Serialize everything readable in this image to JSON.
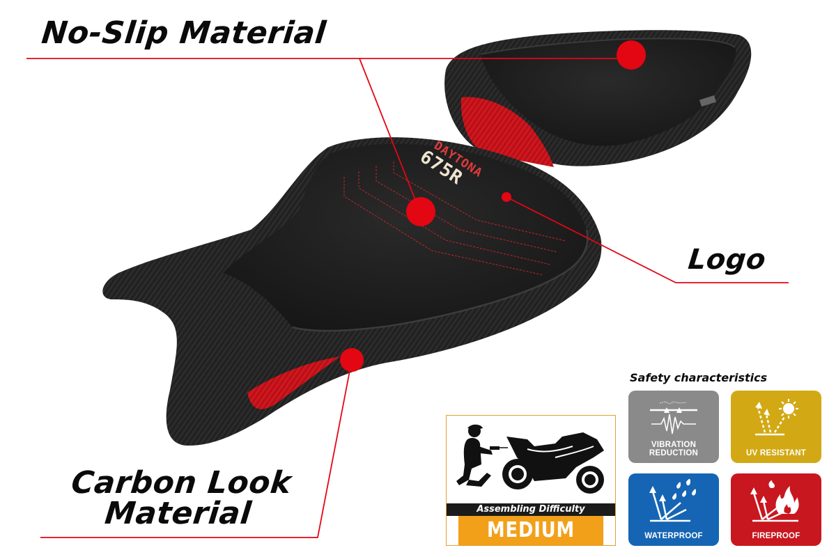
{
  "callouts": {
    "no_slip": "No-Slip Material",
    "logo": "Logo",
    "carbon_line1": "Carbon Look",
    "carbon_line2": "Material"
  },
  "seat_logo": {
    "line1": "DAYTONA",
    "line2": "675R"
  },
  "assembly": {
    "caption": "Assembling Difficulty",
    "level": "MEDIUM"
  },
  "safety": {
    "title": "Safety characteristics",
    "tiles": [
      {
        "label_line1": "VIBRATION",
        "label_line2": "REDUCTION",
        "icon": "vibration-wave-icon",
        "color": "#8a8a8a"
      },
      {
        "label_line1": "UV RESISTANT",
        "label_line2": "",
        "icon": "sun-reflect-icon",
        "color": "#d2a914"
      },
      {
        "label_line1": "WATERPROOF",
        "label_line2": "",
        "icon": "water-drops-icon",
        "color": "#1565b4"
      },
      {
        "label_line1": "FIREPROOF",
        "label_line2": "",
        "icon": "flame-icon",
        "color": "#c8171f"
      }
    ]
  },
  "colors": {
    "accent_red": "#e30613",
    "seat_black": "#1c1c1c",
    "badge_orange": "#f2a01a"
  }
}
